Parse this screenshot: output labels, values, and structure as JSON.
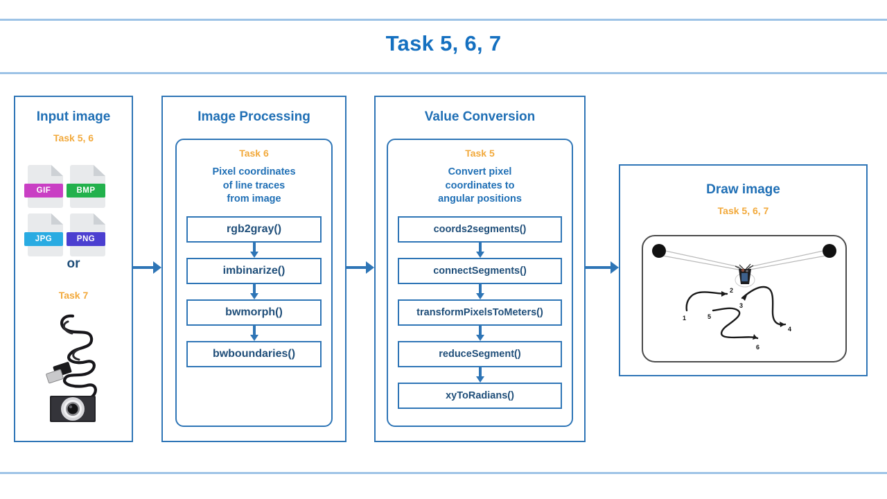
{
  "header": {
    "title": "Task 5, 6, 7"
  },
  "colors": {
    "title_blue": "#1570c0",
    "panel_border": "#2e75b6",
    "heading_blue": "#1f6fb5",
    "task_orange": "#f2a93b",
    "body_navy": "#1f4e79",
    "rule_blue": "#9dc3e6"
  },
  "panels": {
    "input": {
      "title": "Input image",
      "task_tag": "Task 5, 6",
      "or_label": "or",
      "second_task_tag": "Task 7",
      "file_types": [
        {
          "label": "GIF",
          "color": "#c93fc4"
        },
        {
          "label": "BMP",
          "color": "#22b14c"
        },
        {
          "label": "JPG",
          "color": "#29abe2"
        },
        {
          "label": "PNG",
          "color": "#4b3fd0"
        }
      ],
      "photo_alt": "usb-webcam-with-cable"
    },
    "processing": {
      "title": "Image Processing",
      "task_tag": "Task 6",
      "description": "Pixel coordinates\nof line traces\nfrom image",
      "functions": [
        "rgb2gray()",
        "imbinarize()",
        "bwmorph()",
        "bwboundaries()"
      ]
    },
    "conversion": {
      "title": "Value Conversion",
      "task_tag": "Task 5",
      "description": "Convert pixel\ncoordinates to\nangular positions",
      "functions": [
        "coords2segments()",
        "connectSegments()",
        "transformPixelsToMeters()",
        "reduceSegment()",
        "xyToRadians()"
      ]
    },
    "draw": {
      "title": "Draw image",
      "task_tag": "Task 5, 6, 7",
      "drawing_labels": [
        "1",
        "2",
        "3",
        "4",
        "5",
        "6"
      ]
    }
  }
}
